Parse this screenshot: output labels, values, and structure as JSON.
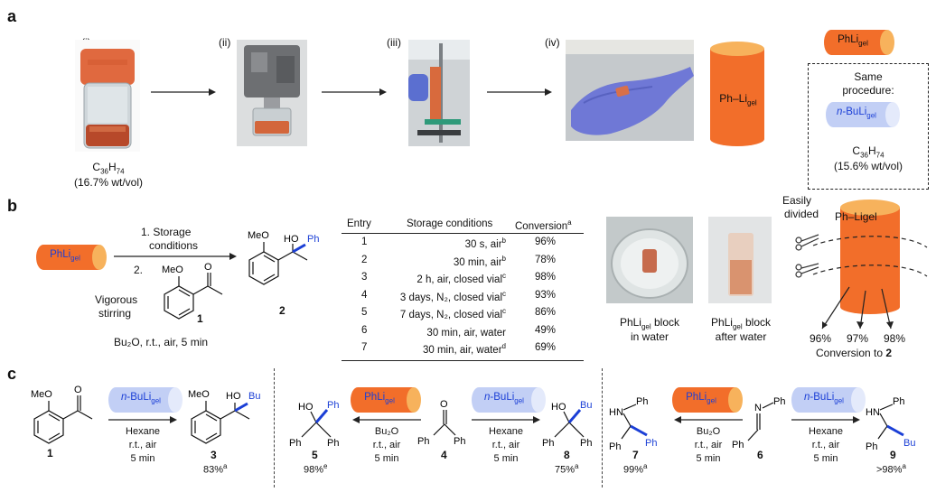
{
  "panel_a": {
    "label": "a",
    "steps": [
      "(i)",
      "(ii)",
      "(iii)",
      "(iv)"
    ],
    "formula_main": "C",
    "formula_sub1": "36",
    "formula_h": "H",
    "formula_sub2": "74",
    "concentration": "(16.7% wt/vol)",
    "cylinder_label": "Ph–Li",
    "cylinder_sub": "gel",
    "small_cyl_label": "PhLi",
    "small_cyl_sub": "gel",
    "box_title_1": "Same",
    "box_title_2": "procedure:",
    "box_cyl_prefix": "n",
    "box_cyl_label": "-BuLi",
    "box_cyl_sub": "gel",
    "box_concentration": "(15.6% wt/vol)"
  },
  "panel_b": {
    "label": "b",
    "reagent_label": "PhLi",
    "reagent_sub": "gel",
    "step1": "1. Storage",
    "step1b": "conditions",
    "step2": "2.",
    "stirring1": "Vigorous",
    "stirring2": "stirring",
    "compound1_number": "1",
    "conditions": "Bu₂O, r.t., air, 5 min",
    "product_number": "2",
    "ome": "MeO",
    "ho": "HO",
    "ph": "Ph",
    "table": {
      "headers": [
        "Entry",
        "Storage conditions",
        "Conversion"
      ],
      "header_sup": "a",
      "rows": [
        {
          "entry": "1",
          "cond": "30 s, air",
          "sup": "b",
          "conv": "96%"
        },
        {
          "entry": "2",
          "cond": "30 min, air",
          "sup": "b",
          "conv": "78%"
        },
        {
          "entry": "3",
          "cond": "2 h, air, closed vial",
          "sup": "c",
          "conv": "98%"
        },
        {
          "entry": "4",
          "cond": "3 days, N₂, closed vial",
          "sup": "c",
          "conv": "93%"
        },
        {
          "entry": "5",
          "cond": "7 days, N₂, closed vial",
          "sup": "c",
          "conv": "86%"
        },
        {
          "entry": "6",
          "cond": "30 min, air, water",
          "sup": "",
          "conv": "49%"
        },
        {
          "entry": "7",
          "cond": "30 min, air, water",
          "sup": "d",
          "conv": "69%"
        }
      ]
    },
    "photo1_caption_1": "PhLi",
    "photo1_caption_sub": "gel",
    "photo1_caption_2": " block",
    "photo1_caption_3": "in water",
    "photo2_caption_1": "PhLi",
    "photo2_caption_sub": "gel",
    "photo2_caption_2": " block",
    "photo2_caption_3": "after water",
    "easily_1": "Easily",
    "easily_2": "divided",
    "cyl_label": "Ph–Ligel",
    "conversions": [
      "96%",
      "97%",
      "98%"
    ],
    "conversion_to": "Conversion to ",
    "conversion_to_num": "2"
  },
  "panel_c": {
    "label": "c",
    "bu_reagent_prefix": "n",
    "bu_reagent": "-BuLi",
    "reagent_sub": "gel",
    "ph_reagent": "PhLi",
    "hexane": "Hexane",
    "bu2o": "Bu₂O",
    "rt_air": "r.t., air",
    "time": "5 min",
    "rxn1": {
      "sm": "1",
      "product": "3",
      "yield": "83%",
      "yield_sup": "a",
      "ome": "MeO",
      "ho": "HO",
      "bu": "Bu"
    },
    "rxn2": {
      "sm": "4",
      "left_product": "5",
      "left_yield": "98%",
      "left_sup": "e",
      "right_product": "8",
      "right_yield": "75%",
      "right_sup": "a",
      "ho": "HO",
      "ph": "Ph",
      "bu": "Bu",
      "o": "O"
    },
    "rxn3": {
      "sm": "6",
      "left_product": "7",
      "left_yield": "99%",
      "left_sup": "a",
      "right_product": "9",
      "right_yield": ">98%",
      "right_sup": "a",
      "hn": "HN",
      "n": "N",
      "ph": "Ph",
      "bu": "Bu"
    }
  },
  "colors": {
    "orange": "#f26e2a",
    "orange_top": "#f7b25c",
    "blue_body": "#c2cff5",
    "blue_top": "#e4eafb",
    "blue_text": "#1b3fd6",
    "bond_blue": "#1b3fd6"
  }
}
